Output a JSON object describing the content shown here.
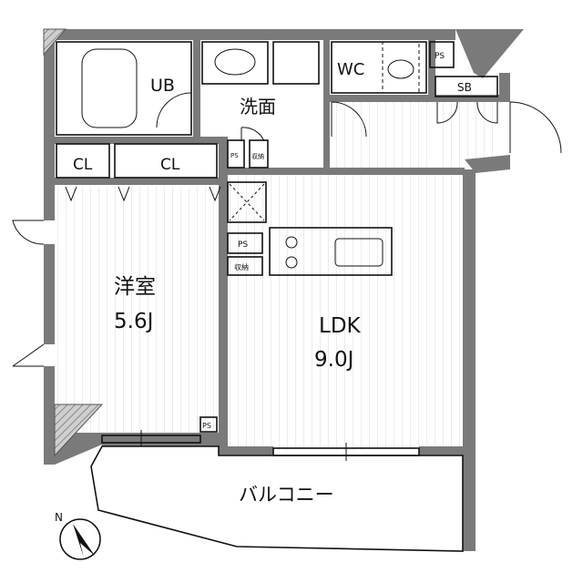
{
  "rooms": {
    "ub": "UB",
    "washroom": "洗面",
    "wc": "WC",
    "sb": "SB",
    "closet_left": "CL",
    "closet_right": "CL",
    "western_room_name": "洋室",
    "western_room_size": "5.6J",
    "ldk_name": "LDK",
    "ldk_size": "9.0J",
    "balcony": "バルコニー"
  },
  "small_labels": {
    "ps_top": "PS",
    "ps_wash": "PS",
    "storage_wash": "収納",
    "ps_kitchen": "PS",
    "storage_kitchen": "収納",
    "ps_bottom": "PS"
  },
  "compass": {
    "north_letter": "N"
  }
}
